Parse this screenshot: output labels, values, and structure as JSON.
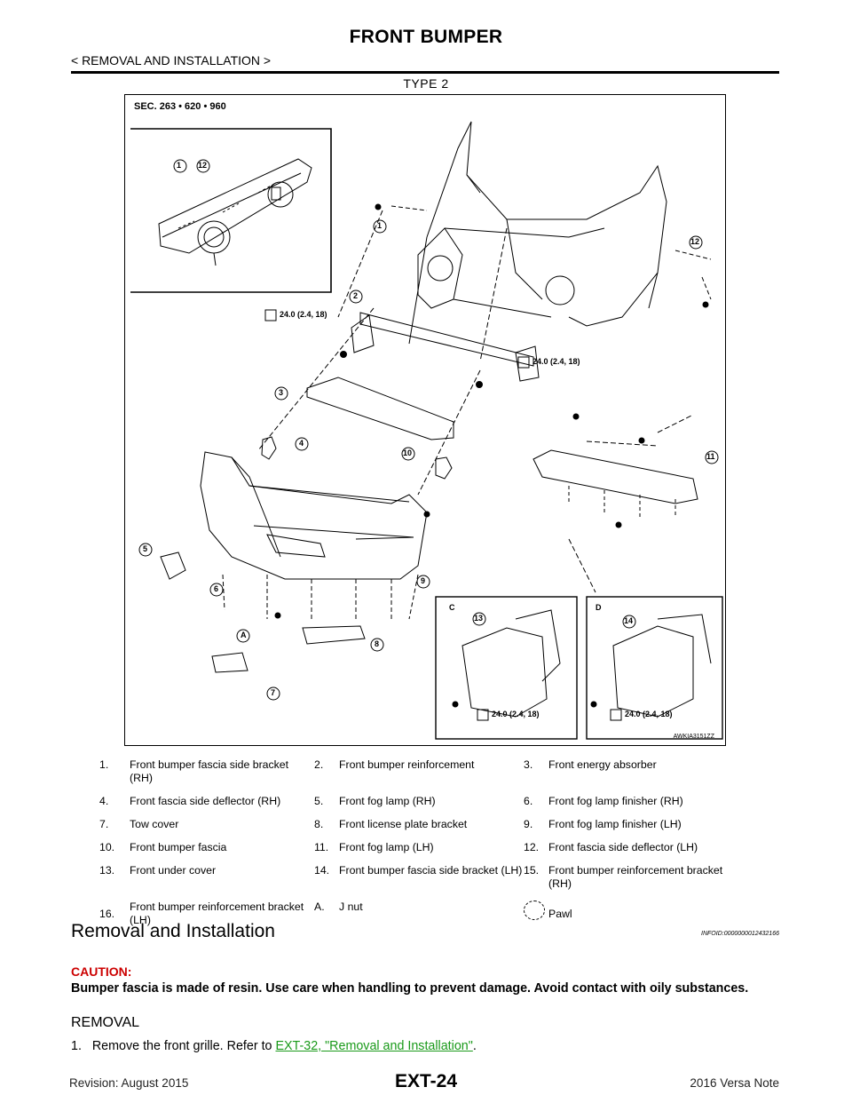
{
  "header": {
    "title": "FRONT BUMPER",
    "breadcrumb": "< REMOVAL AND INSTALLATION >",
    "type_label": "TYPE 2"
  },
  "figure": {
    "section": "SEC. 263 • 620 • 960",
    "code": "AWKIA3151ZZ",
    "callouts": [
      "1",
      "12",
      "1",
      "12",
      "2",
      "3",
      "4",
      "10",
      "11",
      "5",
      "6",
      "9",
      "8",
      "A",
      "7",
      "13",
      "14"
    ],
    "torque": "24.0 (2.4, 18)",
    "detail_labels": [
      "C",
      "D"
    ]
  },
  "legend": [
    [
      {
        "n": "1.",
        "t": "Front bumper fascia side bracket (RH)"
      },
      {
        "n": "2.",
        "t": "Front bumper reinforcement"
      },
      {
        "n": "3.",
        "t": "Front energy absorber"
      }
    ],
    [
      {
        "n": "4.",
        "t": "Front fascia side deflector (RH)"
      },
      {
        "n": "5.",
        "t": "Front fog lamp (RH)"
      },
      {
        "n": "6.",
        "t": "Front fog lamp finisher (RH)"
      }
    ],
    [
      {
        "n": "7.",
        "t": "Tow cover"
      },
      {
        "n": "8.",
        "t": "Front license plate bracket"
      },
      {
        "n": "9.",
        "t": "Front fog lamp finisher (LH)"
      }
    ],
    [
      {
        "n": "10.",
        "t": "Front bumper fascia"
      },
      {
        "n": "11.",
        "t": "Front fog lamp (LH)"
      },
      {
        "n": "12.",
        "t": "Front fascia side deflector (LH)"
      }
    ],
    [
      {
        "n": "13.",
        "t": "Front under cover"
      },
      {
        "n": "14.",
        "t": "Front bumper fascia side bracket (LH)"
      },
      {
        "n": "15.",
        "t": "Front bumper reinforcement bracket (RH)"
      }
    ],
    [
      {
        "n": "16.",
        "t": "Front bumper reinforcement bracket (LH)"
      },
      {
        "n": "A.",
        "t": "J nut"
      },
      {
        "n": "",
        "t": "Pawl"
      }
    ]
  ],
  "section": {
    "title": "Removal and Installation",
    "infoid": "INFOID:0000000012432166",
    "caution_label": "CAUTION:",
    "caution_text": "Bumper fascia is made of resin. Use care when handling to prevent damage. Avoid contact with oily substances.",
    "subsection": "REMOVAL",
    "step1_num": "1.",
    "step1_text": "Remove the front grille. Refer to ",
    "step1_link": "EXT-32, \"Removal and Installation\"",
    "step1_end": "."
  },
  "footer": {
    "revision": "Revision: August 2015",
    "page": "EXT-24",
    "model": "2016 Versa Note"
  }
}
